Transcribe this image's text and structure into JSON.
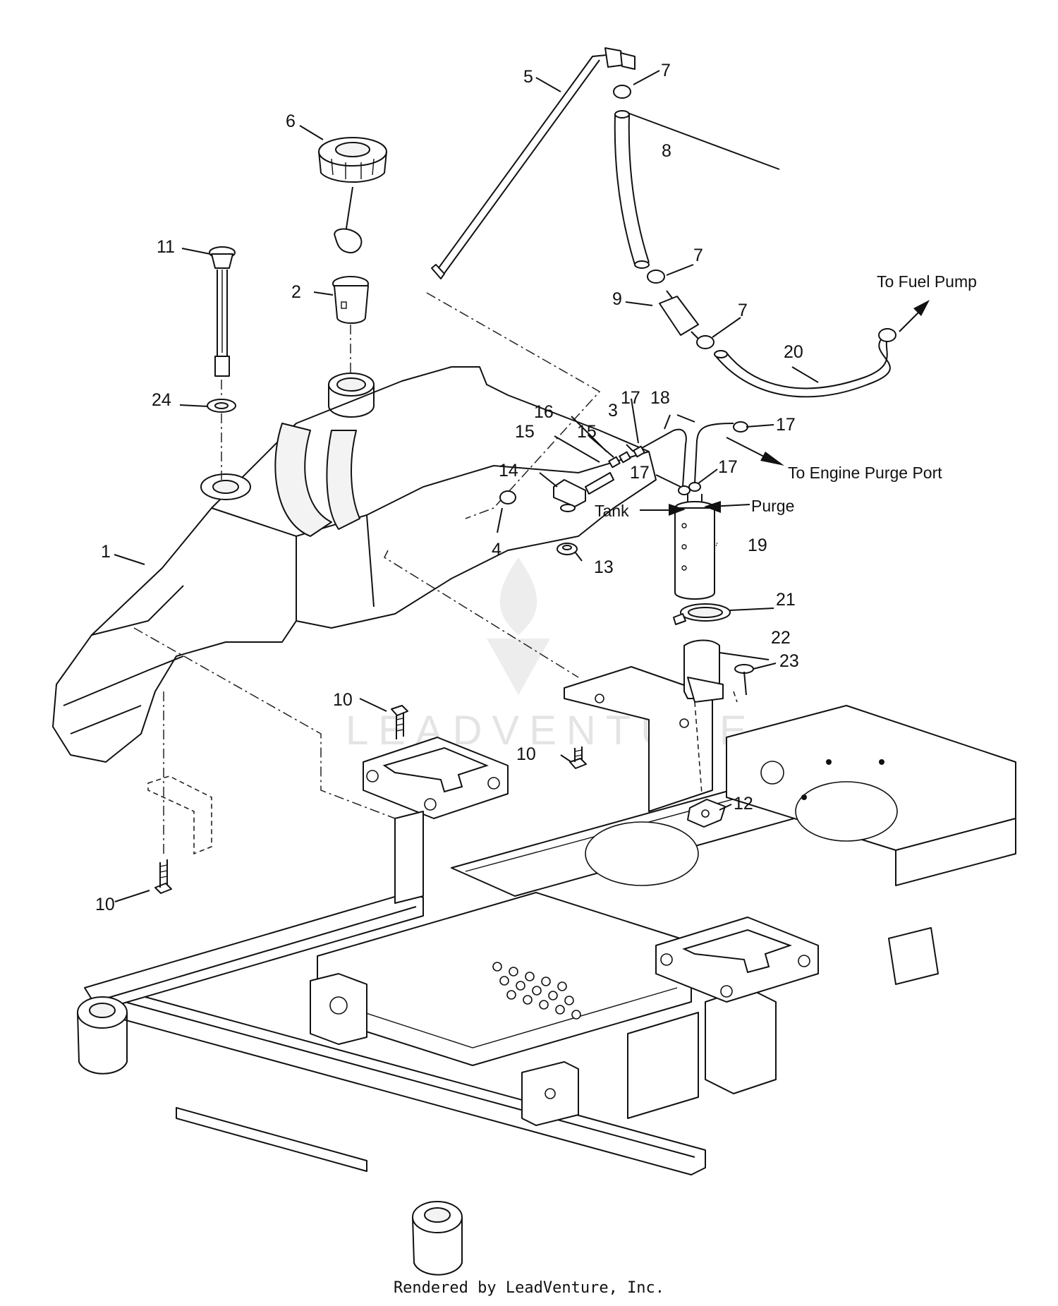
{
  "callouts": {
    "c1": "1",
    "c2": "2",
    "c3": "3",
    "c4": "4",
    "c5": "5",
    "c6": "6",
    "c7a": "7",
    "c7b": "7",
    "c7c": "7",
    "c8": "8",
    "c9": "9",
    "c10a": "10",
    "c10b": "10",
    "c10c": "10",
    "c11": "11",
    "c12": "12",
    "c13": "13",
    "c14": "14",
    "c15a": "15",
    "c15b": "15",
    "c16": "16",
    "c17a": "17",
    "c17b": "17",
    "c17c": "17",
    "c17d": "17",
    "c18": "18",
    "c19": "19",
    "c20": "20",
    "c21": "21",
    "c22": "22",
    "c23": "23",
    "c24": "24"
  },
  "notes": {
    "fuel_pump": "To Fuel Pump",
    "engine_purge": "To Engine Purge Port",
    "tank": "Tank",
    "purge": "Purge"
  },
  "watermark": "LEADVENTURE",
  "footer": "Rendered by LeadVenture, Inc."
}
